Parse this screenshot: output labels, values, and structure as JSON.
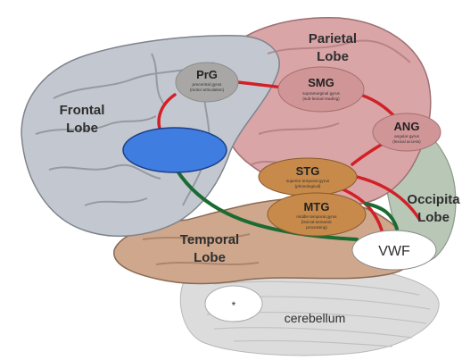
{
  "lobes": {
    "frontal": [
      "Frontal",
      "Lobe"
    ],
    "parietal": [
      "Parietal",
      "Lobe"
    ],
    "temporal": [
      "Temporal",
      "Lobe"
    ],
    "occipital": [
      "Occipita",
      "Lobe"
    ]
  },
  "regions": {
    "prg": {
      "label": "PrG",
      "sub": [
        "precentral gyrus",
        "(motor articulation)"
      ]
    },
    "smg": {
      "label": "SMG",
      "sub": [
        "supramarginal gyrus",
        "(sub-lexical reading)"
      ]
    },
    "ang": {
      "label": "ANG",
      "sub": [
        "angular gyrus",
        "(lexical access)"
      ]
    },
    "stg": {
      "label": "STG",
      "sub": [
        "superior temporal gyrus",
        "(phonological)"
      ]
    },
    "mtg": {
      "label": "MTG",
      "sub": [
        "middle temporal gyrus",
        "(lexical-semantic",
        "processing)"
      ]
    },
    "vwf": {
      "label": "VWF"
    }
  },
  "cerebellum": {
    "label": "cerebellum",
    "marker": "*"
  },
  "colors": {
    "frontal_lobe": "#c3c8d0",
    "parietal_lobe": "#d9a5a7",
    "temporal_lobe": "#cfa78c",
    "occipital_lobe": "#b9c7b7",
    "cerebellum": "#dcdcdc",
    "red_path": "#d31f26",
    "green_path": "#1b6b32",
    "blue_region": "#3f7de0",
    "prg_node": "#a9a7a5",
    "parietal_node": "#d09597",
    "temporal_node": "#c78a4a"
  }
}
